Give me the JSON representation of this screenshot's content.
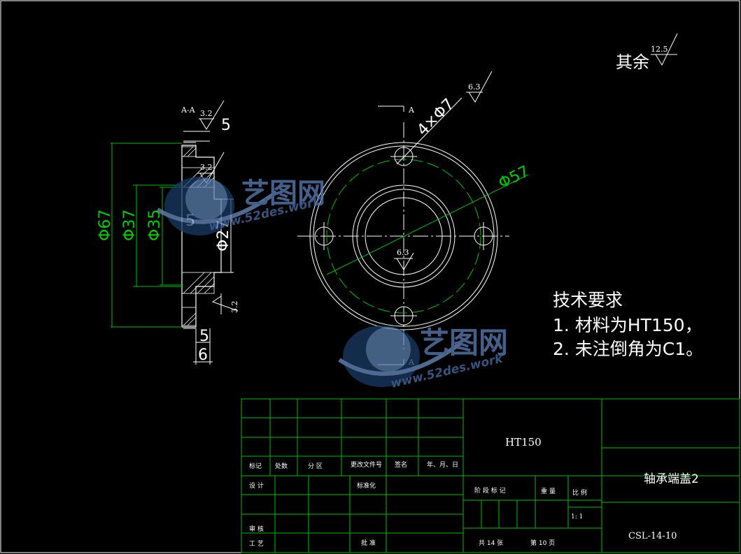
{
  "drawing": {
    "surface_note": {
      "label": "其余",
      "roughness": "12.5"
    },
    "section_label": "A-A",
    "section_marks": [
      "A",
      "A"
    ],
    "hole_callout": "4×Φ7",
    "hole_roughness": "6.3",
    "bore_roughness": "6.3",
    "pcd_label": "Φ57",
    "section_view": {
      "roughness_top": "3.2",
      "roughness_mid": "3.2",
      "roughness_right": "3.2",
      "dim_top": "5",
      "dim_mid": "5",
      "dim_bottom_5": "5",
      "dim_bottom_6": "6",
      "dia_67": "Φ67",
      "dia_37": "Φ37",
      "dia_35": "Φ35",
      "dia_27": "Φ27"
    }
  },
  "requirements": {
    "title": "技术要求",
    "lines": [
      "1. 材料为HT150，",
      "2. 未注倒角为C1。"
    ]
  },
  "title_block": {
    "material": "HT150",
    "part_name": "轴承端盖2",
    "drawing_no": "CSL-14-10",
    "scale": "1: 1",
    "headers": [
      "标记",
      "处数",
      "分 区",
      "更改文件号",
      "签名",
      "年、月、日"
    ],
    "design": "设 计",
    "standardize": "标准化",
    "stage_mark": "阶 段 标 记",
    "weight": "重 量",
    "scale_label": "比 例",
    "review": "审 核",
    "process": "工 艺",
    "approve": "批 准",
    "total_sheets": "共 14  张",
    "sheet_no": "第 10  页"
  },
  "watermark": {
    "text": "艺图网",
    "url": "www.52des.work"
  }
}
